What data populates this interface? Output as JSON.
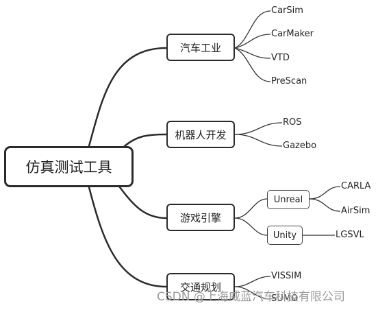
{
  "root": {
    "label": "仿真测试工具"
  },
  "branches": [
    {
      "label": "汽车工业",
      "leaves": [
        "CarSim",
        "CarMaker",
        "VTD",
        "PreScan"
      ]
    },
    {
      "label": "机器人开发",
      "leaves": [
        "ROS",
        "Gazebo"
      ]
    },
    {
      "label": "游戏引擎",
      "groups": [
        {
          "label": "Unreal",
          "leaves": [
            "CARLA",
            "AirSim"
          ]
        },
        {
          "label": "Unity",
          "leaves": [
            "LGSVL"
          ]
        }
      ]
    },
    {
      "label": "交通规划",
      "leaves": [
        "VISSIM",
        "SUMO"
      ]
    }
  ],
  "watermark": "CSDN @上海威蓝汽车科技有限公司"
}
